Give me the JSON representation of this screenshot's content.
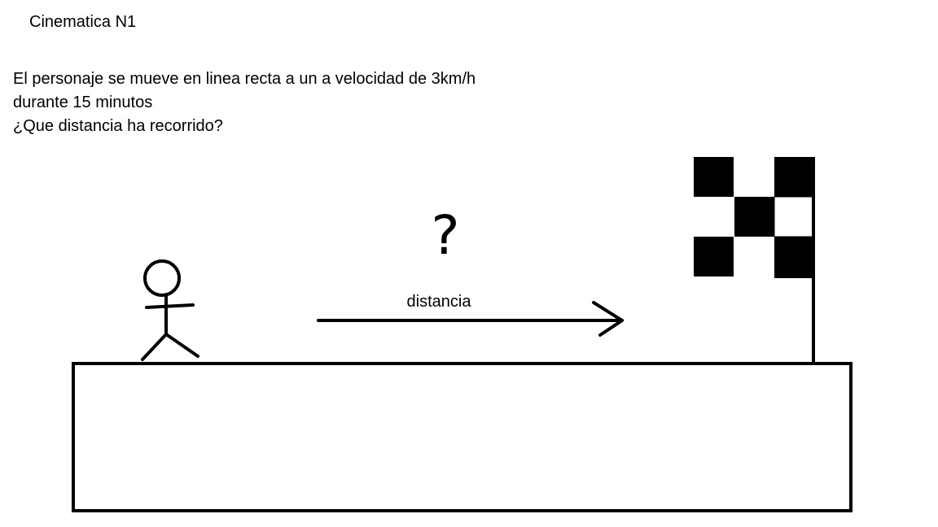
{
  "title": "Cinematica N1",
  "problem": {
    "line1": "El personaje se mueve en linea recta a un a velocidad de 3km/h",
    "line2": "durante 15 minutos",
    "question": "¿Que distancia ha recorrido?"
  },
  "diagram": {
    "unknown_mark": "?",
    "arrow_label": "distancia",
    "icons": [
      "stick-figure-icon",
      "checkered-flag-icon",
      "arrow-right-icon"
    ],
    "colors": {
      "ink": "#000000",
      "background": "#ffffff"
    }
  }
}
